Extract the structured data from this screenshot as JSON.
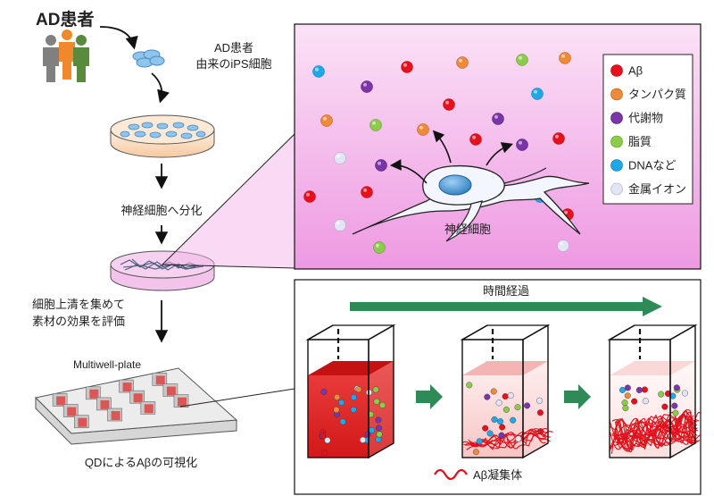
{
  "left": {
    "patient_title": "AD患者",
    "ips_label_line1": "AD患者",
    "ips_label_line2": "由来のiPS細胞",
    "step_differentiate": "神経細胞へ分化",
    "step_collect_line1": "細胞上清を集めて",
    "step_collect_line2": "素材の効果を評価",
    "plate_label": "Multiwell-plate",
    "qd_label": "QDによるAβの可視化"
  },
  "top_panel": {
    "cell_label": "神経細胞",
    "legend": [
      {
        "label": "Aβ",
        "color": "#e8101c"
      },
      {
        "label": "タンパク質",
        "color": "#ee8a3a"
      },
      {
        "label": "代謝物",
        "color": "#7a35a8"
      },
      {
        "label": "脂質",
        "color": "#8ccc4a"
      },
      {
        "label": "DNAなど",
        "color": "#1ea8e8"
      },
      {
        "label": "金属イオン",
        "color": "#e2e6f4"
      }
    ]
  },
  "bottom_panel": {
    "time_label": "時間経過",
    "aggregate_label": "Aβ凝集体",
    "arrow_color": "#2e8b57"
  }
}
